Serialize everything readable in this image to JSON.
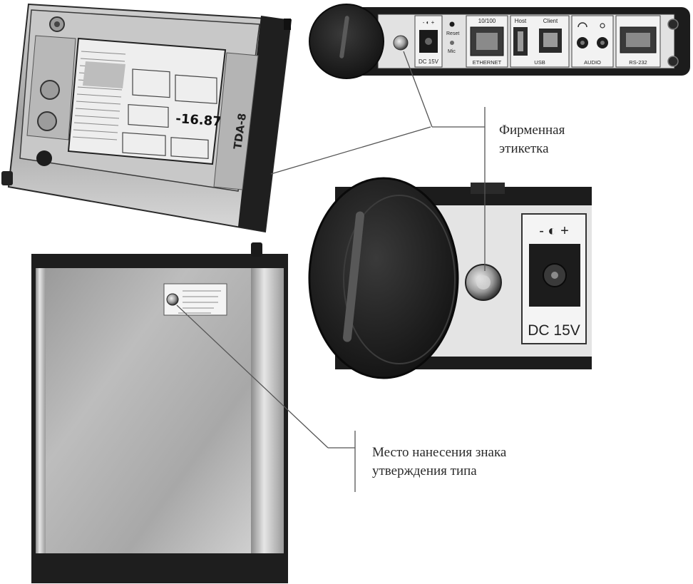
{
  "callouts": {
    "brand_label": [
      "Фирменная",
      "этикетка"
    ],
    "type_mark_place": [
      "Место нанесения знака",
      "утверждения типа"
    ]
  },
  "device": {
    "brand": "TDA-8",
    "screen_value": "-16.87"
  },
  "ports": {
    "power_polarity": "- ◐ +",
    "dc": "DC 15V",
    "reset": "Reset",
    "mic": "Mic",
    "ethernet_top": "10/100",
    "ethernet": "ETHERNET",
    "host": "Host",
    "client": "Client",
    "usb": "USB",
    "audio": "AUDIO",
    "rs232": "RS-232"
  },
  "zoom": {
    "polarity": "- ◐ +",
    "dc": "DC 15V"
  },
  "colors": {
    "ink": "#1e1e1e",
    "metal_light": "#d6d6d6",
    "metal_mid": "#a9a9a9",
    "metal_dark": "#6f6f6f",
    "screen": "#eeeeee",
    "leader": "#555555"
  }
}
